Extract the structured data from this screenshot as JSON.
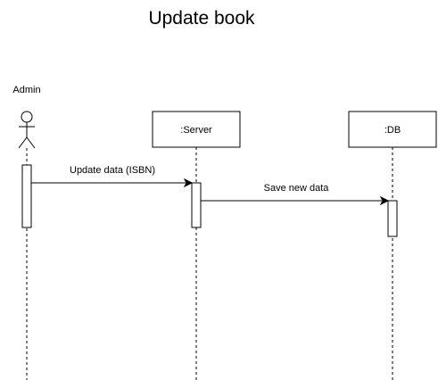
{
  "diagram": {
    "title": "Update book",
    "actors": [
      {
        "id": "admin",
        "label": "Admin",
        "kind": "stick-figure"
      },
      {
        "id": "server",
        "label": ":Server",
        "kind": "box"
      },
      {
        "id": "db",
        "label": ":DB",
        "kind": "box"
      }
    ],
    "messages": [
      {
        "from": "admin",
        "to": "server",
        "label": "Update data (ISBN)"
      },
      {
        "from": "server",
        "to": "db",
        "label": "Save new data"
      }
    ],
    "colors": {
      "line": "#000000",
      "fill": "#ffffff",
      "text": "#000000"
    }
  }
}
